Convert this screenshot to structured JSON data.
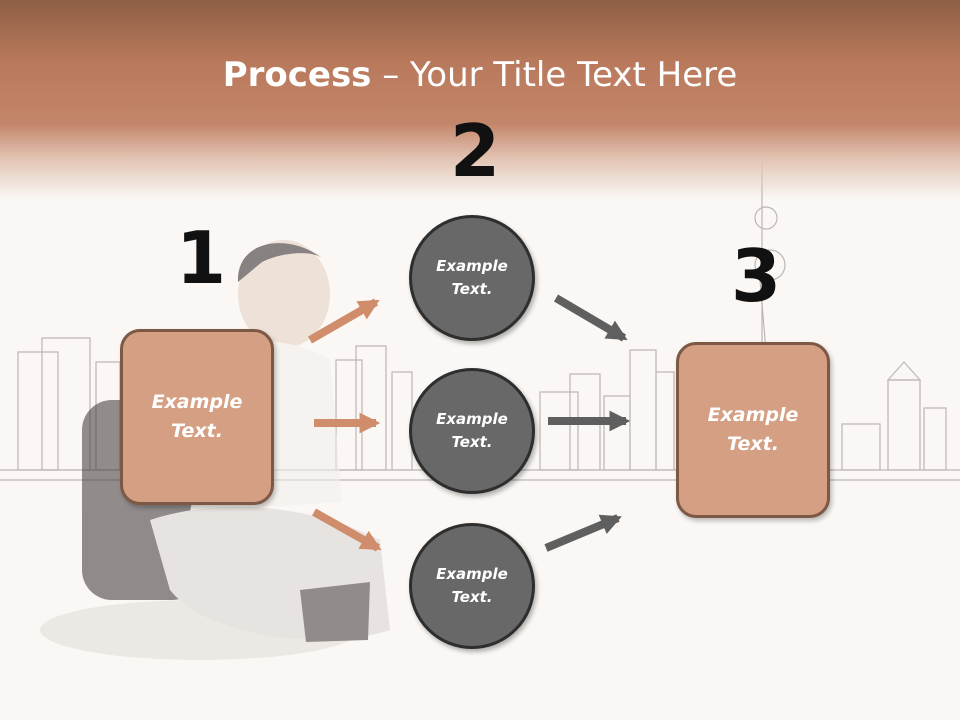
{
  "title": {
    "bold": "Process",
    "rest": " – Your Title Text Here"
  },
  "steps": [
    {
      "number": "1"
    },
    {
      "number": "2"
    },
    {
      "number": "3"
    }
  ],
  "left_box": {
    "label": "Example\nText."
  },
  "right_box": {
    "label": "Example\nText."
  },
  "circles": [
    {
      "label": "Example\nText."
    },
    {
      "label": "Example\nText."
    },
    {
      "label": "Example\nText."
    }
  ],
  "colors": {
    "box_fill": "#d49f83",
    "box_border": "#7d5844",
    "circle_fill": "#686868",
    "arrow_orange": "#d08d6b",
    "arrow_gray": "#5f5f5f",
    "title_band": "#c4866a"
  }
}
